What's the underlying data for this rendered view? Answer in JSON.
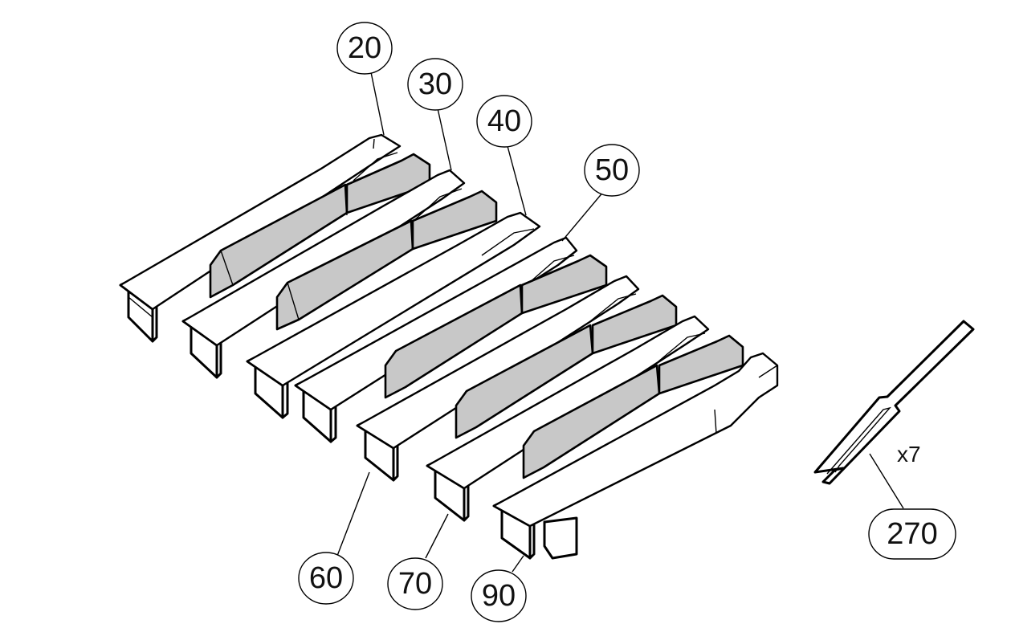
{
  "callouts": {
    "c20": "20",
    "c30": "30",
    "c40": "40",
    "c50": "50",
    "c60": "60",
    "c70": "70",
    "c90": "90",
    "c270": "270"
  },
  "quantity": "x7"
}
